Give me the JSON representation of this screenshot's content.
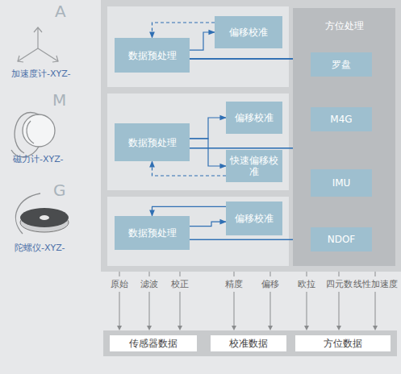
{
  "diagram": {
    "nodes": [
      {
        "text": [
          "数据预处理"
        ]
      },
      {
        "text": [
          "偏移校准"
        ]
      },
      {
        "text": [
          "数据预处理"
        ]
      },
      {
        "text": [
          "偏移校准"
        ]
      },
      {
        "text": [
          "快速偏移校准"
        ]
      },
      {
        "text": [
          "数据预处理"
        ]
      },
      {
        "text": [
          "偏移校准"
        ]
      },
      {
        "text": [
          "方位处理"
        ]
      },
      {
        "text": [
          "罗盘"
        ],
        "in": 7
      },
      {
        "text": [
          "M4G"
        ],
        "in": 7
      },
      {
        "text": [
          "IMU"
        ],
        "in": 7
      },
      {
        "text": [
          "NDOF"
        ],
        "in": 7
      },
      {
        "text": [
          "传感器数据"
        ]
      },
      {
        "text": [
          "校准数据"
        ]
      },
      {
        "text": [
          "方位数据"
        ]
      }
    ],
    "edges": [
      {
        "from": 0,
        "to": 1,
        "arrow": "to"
      },
      {
        "from": 1,
        "to": 0,
        "arrow": "to"
      },
      {
        "from": 0,
        "to": 8,
        "arrow": "to"
      },
      {
        "from": 0,
        "to": 9,
        "arrow": "to"
      },
      {
        "from": 0,
        "to": 10,
        "arrow": "to"
      },
      {
        "from": 0,
        "to": 11,
        "arrow": "to"
      },
      {
        "from": 2,
        "to": 3,
        "arrow": "to"
      },
      {
        "from": 2,
        "to": 4,
        "arrow": "to"
      },
      {
        "from": 4,
        "to": 2,
        "arrow": "to"
      },
      {
        "from": 2,
        "to": 8,
        "arrow": "to"
      },
      {
        "from": 2,
        "to": 9,
        "arrow": "to"
      },
      {
        "from": 2,
        "to": 11,
        "arrow": "to"
      },
      {
        "from": 6,
        "to": 5,
        "arrow": "to"
      },
      {
        "from": 5,
        "to": 6,
        "arrow": "to"
      },
      {
        "from": 5,
        "to": 10,
        "arrow": "to"
      },
      {
        "from": 5,
        "to": 11,
        "arrow": "to"
      }
    ],
    "labels": [
      "A",
      "加速度计-XYZ-",
      "M",
      "磁力计-XYZ-",
      "G",
      "陀螺仪-XYZ-",
      "原始",
      "滤波",
      "校正",
      "精度",
      "偏移",
      "欧拉",
      "四元数",
      "线性加速度"
    ]
  }
}
